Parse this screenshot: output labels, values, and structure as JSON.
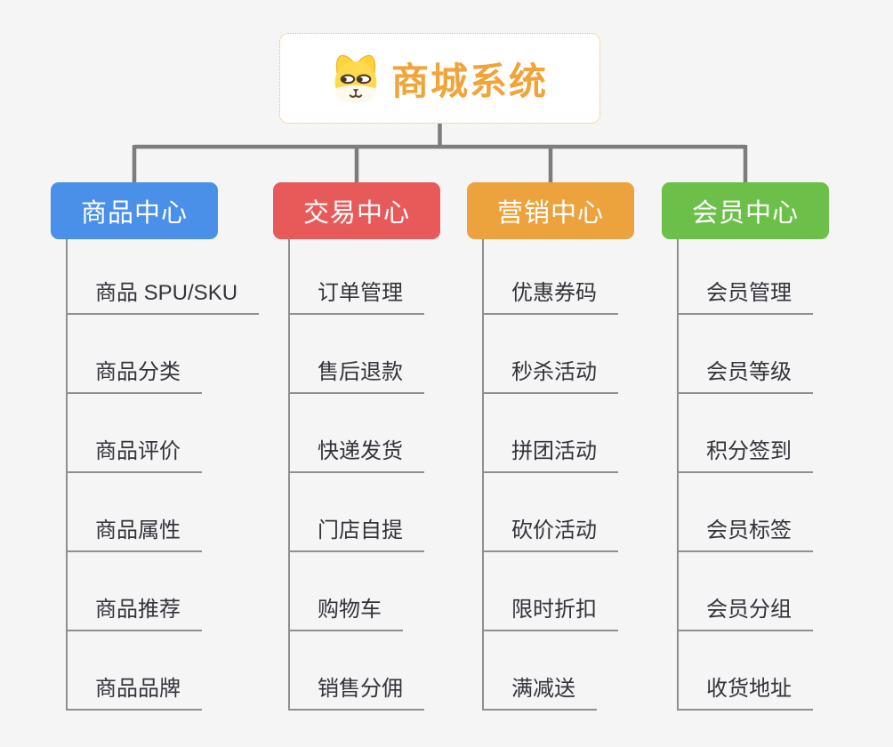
{
  "root": {
    "title": "商城系统",
    "icon": "dog-face-icon"
  },
  "colors": {
    "background": "#f5f5f6",
    "root_border": "#f0b257",
    "root_title": "#f0a43c",
    "connector_thick": "#7d7d7d",
    "connector_thin": "#8f8f8f",
    "item_text": "#33333a",
    "branch_blue": "#4a90e8",
    "branch_red": "#e85a5a",
    "branch_orange": "#eca33d",
    "branch_green": "#6cc04a"
  },
  "columns": [
    {
      "label": "商品中心",
      "color": "#4a90e8",
      "items": [
        "商品 SPU/SKU",
        "商品分类",
        "商品评价",
        "商品属性",
        "商品推荐",
        "商品品牌"
      ]
    },
    {
      "label": "交易中心",
      "color": "#e85a5a",
      "items": [
        "订单管理",
        "售后退款",
        "快递发货",
        "门店自提",
        "购物车",
        "销售分佣"
      ]
    },
    {
      "label": "营销中心",
      "color": "#eca33d",
      "items": [
        "优惠券码",
        "秒杀活动",
        "拼团活动",
        "砍价活动",
        "限时折扣",
        "满减送"
      ]
    },
    {
      "label": "会员中心",
      "color": "#6cc04a",
      "items": [
        "会员管理",
        "会员等级",
        "积分签到",
        "会员标签",
        "会员分组",
        "收货地址"
      ]
    }
  ]
}
